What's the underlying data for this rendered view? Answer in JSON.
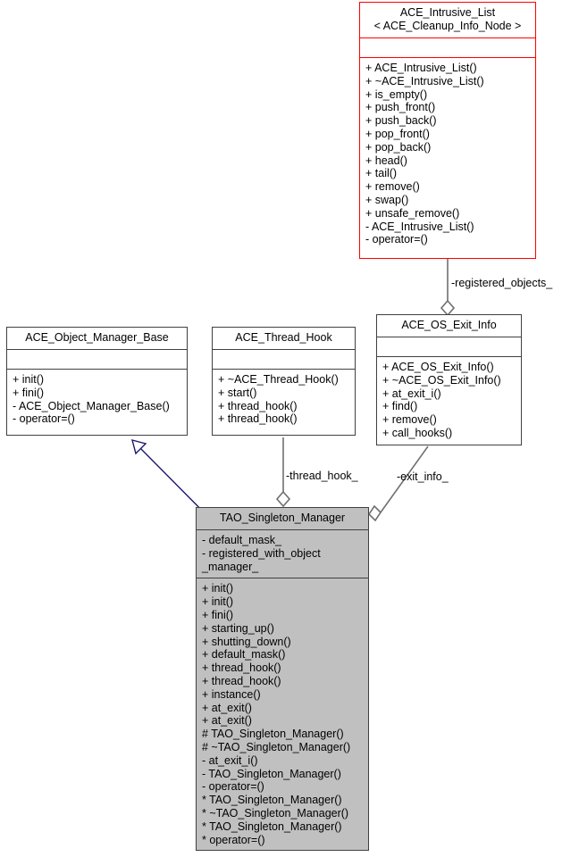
{
  "diagram": {
    "type": "uml-class-collaboration-diagram",
    "colors": {
      "template_class_border": "#ff0000",
      "normal_border": "#404040",
      "focus_fill": "#c0c0c0",
      "inheritance_edge": "#191970",
      "aggregation_edge": "#707070",
      "text": "#000000",
      "background": "#ffffff"
    },
    "classes": [
      {
        "id": "ace_intrusive_list",
        "name": "ACE_Intrusive_List\n< ACE_Cleanup_Info_Node >",
        "attributes": [],
        "operations": [
          "+ ACE_Intrusive_List()",
          "+ ~ACE_Intrusive_List()",
          "+ is_empty()",
          "+ push_front()",
          "+ push_back()",
          "+ pop_front()",
          "+ pop_back()",
          "+ head()",
          "+ tail()",
          "+ remove()",
          "+ swap()",
          "+ unsafe_remove()",
          "- ACE_Intrusive_List()",
          "- operator=()"
        ]
      },
      {
        "id": "ace_os_exit_info",
        "name": "ACE_OS_Exit_Info",
        "attributes": [],
        "operations": [
          "+ ACE_OS_Exit_Info()",
          "+ ~ACE_OS_Exit_Info()",
          "+ at_exit_i()",
          "+ find()",
          "+ remove()",
          "+ call_hooks()"
        ]
      },
      {
        "id": "ace_object_manager_base",
        "name": "ACE_Object_Manager_Base",
        "attributes": [],
        "operations": [
          "+ init()",
          "+ fini()",
          "- ACE_Object_Manager_Base()",
          "- operator=()"
        ]
      },
      {
        "id": "ace_thread_hook",
        "name": "ACE_Thread_Hook",
        "attributes": [],
        "operations": [
          "+ ~ACE_Thread_Hook()",
          "+ start()",
          "+ thread_hook()",
          "+ thread_hook()"
        ]
      },
      {
        "id": "tao_singleton_manager",
        "name": "TAO_Singleton_Manager",
        "attributes": [
          "- default_mask_",
          "- registered_with_object",
          "_manager_"
        ],
        "operations": [
          "+ init()",
          "+ init()",
          "+ fini()",
          "+ starting_up()",
          "+ shutting_down()",
          "+ default_mask()",
          "+ thread_hook()",
          "+ thread_hook()",
          "+ instance()",
          "+ at_exit()",
          "+ at_exit()",
          "# TAO_Singleton_Manager()",
          "# ~TAO_Singleton_Manager()",
          "- at_exit_i()",
          "- TAO_Singleton_Manager()",
          "- operator=()",
          "* TAO_Singleton_Manager()",
          "* ~TAO_Singleton_Manager()",
          "* TAO_Singleton_Manager()",
          "* operator=()"
        ]
      }
    ],
    "edges": [
      {
        "id": "registered_objects",
        "label": "-registered_objects_",
        "kind": "aggregation",
        "from": "ace_intrusive_list",
        "to": "ace_os_exit_info"
      },
      {
        "id": "exit_info",
        "label": "-exit_info_",
        "kind": "aggregation",
        "from": "ace_os_exit_info",
        "to": "tao_singleton_manager"
      },
      {
        "id": "thread_hook",
        "label": "-thread_hook_",
        "kind": "aggregation",
        "from": "ace_thread_hook",
        "to": "tao_singleton_manager"
      },
      {
        "id": "inheritance",
        "label": "",
        "kind": "inheritance",
        "from": "tao_singleton_manager",
        "to": "ace_object_manager_base"
      }
    ]
  }
}
